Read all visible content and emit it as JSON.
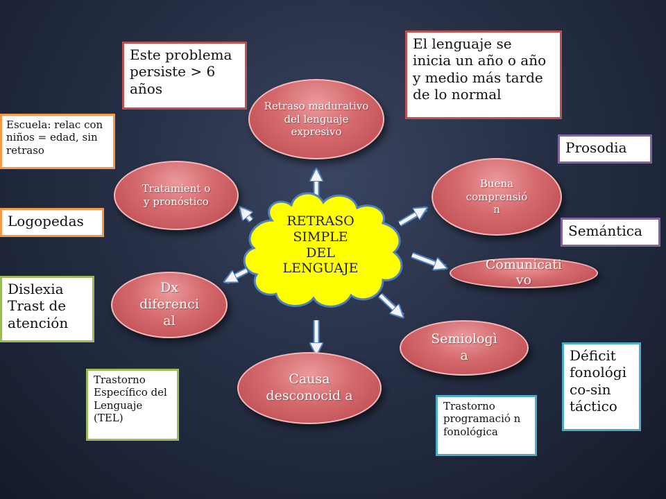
{
  "center": {
    "lines": [
      "RETRASO",
      "SIMPLE",
      "DEL",
      "LENGUAJE"
    ]
  },
  "ovals": {
    "retraso_madurativo": "Retraso madurativo del lenguaje expresivo",
    "tratamiento": "Tratamient o y pronóstico",
    "buena_comprension": "Buena comprensió n",
    "comunicativo": "Comunicati vo",
    "dx_diferencial": "Dx diferenci al",
    "semiologia": "Semiologì a",
    "causa": "Causa desconocid a"
  },
  "boxes": {
    "persiste": "Este problema persiste  > 6 años",
    "inicia": "El lenguaje se inicia un año o año y medio más tarde de lo normal",
    "escuela": "Escuela: relac con niños = edad, sin retraso",
    "prosodia": "Prosodia",
    "logopedas": "Logopedas",
    "semantica": "Semántica",
    "dislexia": "Dislexia Trast de atención",
    "deficit": "Déficit fonológi co-sin táctico",
    "tel": "Trastorno Específico del Lenguaje (TEL)",
    "programacion": "Trastorno programació n fonológica"
  },
  "colors": {
    "box_red": "#c0504d",
    "box_purple": "#8064a2",
    "box_orange": "#f79646",
    "box_green": "#9bbb59",
    "box_teal": "#4bacc6",
    "cloud": "#ffff00",
    "cloud_border": "#4f81bd",
    "arrow": "#4f81bd"
  }
}
